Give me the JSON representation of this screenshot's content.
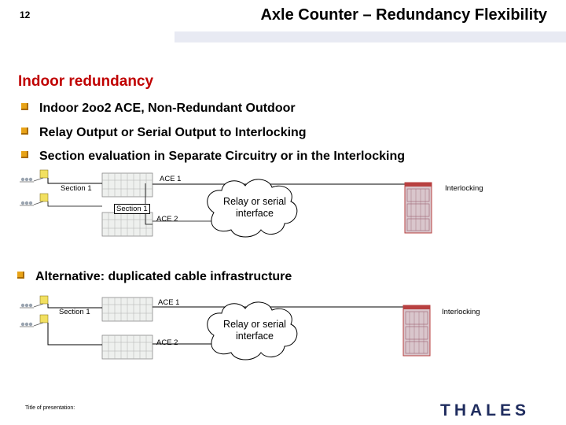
{
  "header": {
    "slide_number": "12",
    "title": "Axle Counter – Redundancy Flexibility"
  },
  "section_heading": "Indoor redundancy",
  "bullets": [
    "Indoor 2oo2 ACE, Non-Redundant Outdoor",
    "Relay Output or Serial Output to Interlocking",
    "Section evaluation in Separate Circuitry or in the Interlocking"
  ],
  "bullet_alt": "Alternative: duplicated cable infrastructure",
  "diagram1": {
    "ace1": "ACE 1",
    "ace2": "ACE 2",
    "section_a": "Section 1",
    "section_b": "Section 1",
    "interlocking": "Interlocking",
    "cloud": [
      "Relay or serial",
      "interface"
    ]
  },
  "diagram2": {
    "ace1": "ACE 1",
    "ace2": "ACE 2",
    "section": "Section 1",
    "interlocking": "Interlocking",
    "cloud": [
      "Relay or serial",
      "interface"
    ]
  },
  "footer": {
    "presentation_label": "Title of presentation:",
    "logo": "THALES"
  },
  "colors": {
    "heading": "#c00000",
    "bullet": "#e8a317",
    "logo": "#1f2c5e",
    "rack": "#b84040"
  }
}
